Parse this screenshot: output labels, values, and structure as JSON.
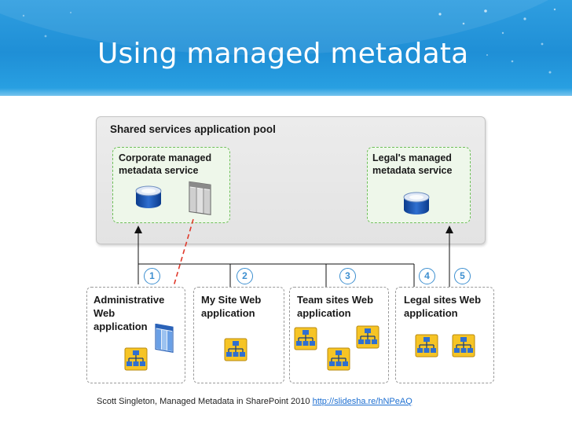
{
  "slide": {
    "title": "Using managed metadata"
  },
  "diagram": {
    "pool_title": "Shared services application pool",
    "services": [
      {
        "line1": "Corporate managed",
        "line2": "metadata service"
      },
      {
        "line1": "Legal's managed",
        "line2": "metadata service"
      }
    ],
    "apps": [
      {
        "line1": "Administrative",
        "line2": "Web",
        "line3": "application"
      },
      {
        "line1": "My Site Web",
        "line2": "application"
      },
      {
        "line1": "Team sites Web",
        "line2": "application"
      },
      {
        "line1": "Legal sites Web",
        "line2": "application"
      }
    ],
    "connections": [
      "1",
      "2",
      "3",
      "4",
      "5"
    ],
    "colors": {
      "header_blue": "#2196dc",
      "service_green_border": "#6fbf5a",
      "number_blue": "#3d8fd0",
      "dashed_arrow_red": "#e0392b"
    },
    "icons": [
      "database-icon",
      "term-store-icon",
      "site-hierarchy-icon"
    ]
  },
  "credit": {
    "text": "Scott Singleton, Managed Metadata in SharePoint 2010 ",
    "link": "http://slidesha.re/hNPeAQ"
  }
}
